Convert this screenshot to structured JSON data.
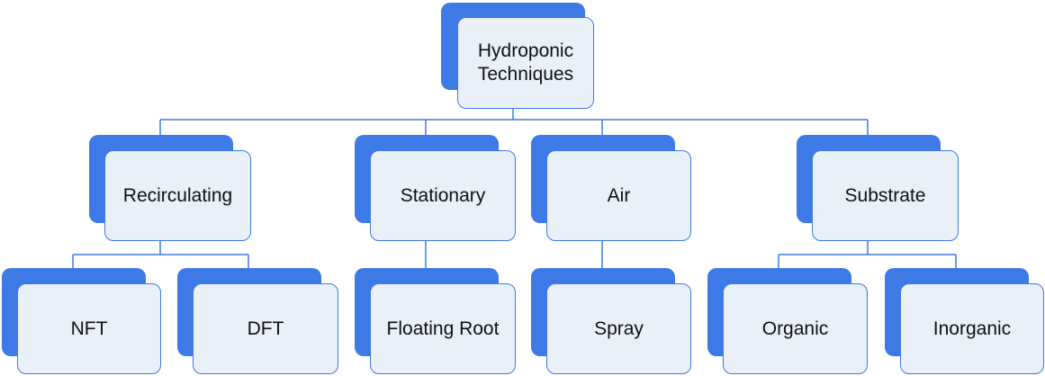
{
  "colors": {
    "shadow": "#3e7ae5",
    "box_fill": "#e9f0f8",
    "box_border": "#3e7ae5",
    "line": "#3e7ae5"
  },
  "root": {
    "id": "hydroponic",
    "label": "Hydroponic Techniques"
  },
  "categories": [
    {
      "id": "recirculating",
      "label": "Recirculating",
      "children": [
        {
          "id": "nft",
          "label": "NFT"
        },
        {
          "id": "dft",
          "label": "DFT"
        }
      ]
    },
    {
      "id": "stationary",
      "label": "Stationary",
      "children": [
        {
          "id": "floating-root",
          "label": "Floating Root"
        }
      ]
    },
    {
      "id": "air",
      "label": "Air",
      "children": [
        {
          "id": "spray",
          "label": "Spray"
        }
      ]
    },
    {
      "id": "substrate",
      "label": "Substrate",
      "children": [
        {
          "id": "organic",
          "label": "Organic"
        },
        {
          "id": "inorganic",
          "label": "Inorganic"
        }
      ]
    }
  ]
}
